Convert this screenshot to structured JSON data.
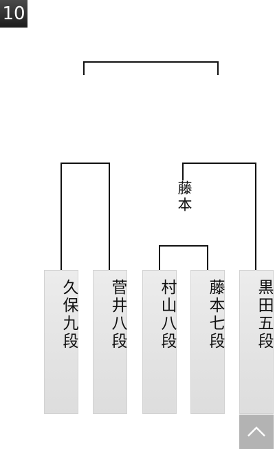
{
  "badge": {
    "number": "10"
  },
  "winner": {
    "label": "藤本"
  },
  "players": [
    {
      "name": "久保九段"
    },
    {
      "name": "菅井八段"
    },
    {
      "name": "村山八段"
    },
    {
      "name": "藤本七段"
    },
    {
      "name": "黒田五段"
    }
  ],
  "scroll_top_button": {
    "icon": "chevron-up-icon"
  }
}
